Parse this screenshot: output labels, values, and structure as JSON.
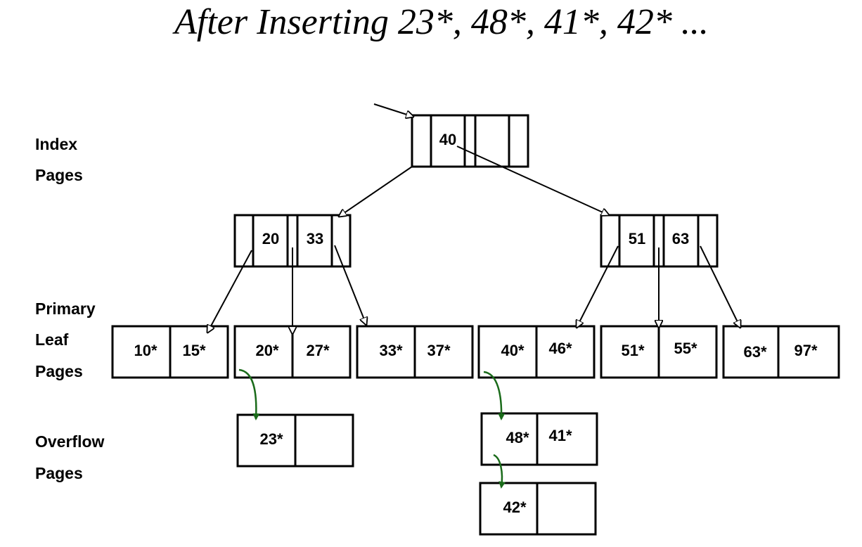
{
  "title": "After Inserting 23*, 48*, 41*, 42* ...",
  "labels": {
    "index_1": "Index",
    "index_2": "Pages",
    "leaf_1": "Primary",
    "leaf_2": "Leaf",
    "leaf_3": "Pages",
    "overflow_1": "Overflow",
    "overflow_2": "Pages"
  },
  "root": {
    "keys": [
      "40"
    ]
  },
  "index_left": {
    "keys": [
      "20",
      "33"
    ]
  },
  "index_right": {
    "keys": [
      "51",
      "63"
    ]
  },
  "leaves": [
    {
      "keys": [
        "10*",
        "15*"
      ]
    },
    {
      "keys": [
        "20*",
        "27*"
      ]
    },
    {
      "keys": [
        "33*",
        "37*"
      ]
    },
    {
      "keys": [
        "40*",
        "46*"
      ]
    },
    {
      "keys": [
        "51*",
        "55*"
      ]
    },
    {
      "keys": [
        "63*",
        "97*"
      ]
    }
  ],
  "overflow": [
    {
      "keys": [
        "23*",
        ""
      ]
    },
    {
      "keys": [
        "48*",
        "41*"
      ]
    },
    {
      "keys": [
        "42*",
        ""
      ]
    }
  ],
  "colors": {
    "overflow_pointer": "#1a6b1a"
  }
}
